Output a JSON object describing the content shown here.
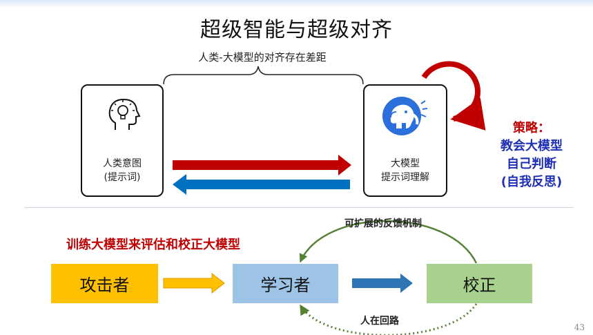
{
  "slide": {
    "title": "超级智能与超级对齐",
    "gap_label": "人类-大模型的对齐存在差距",
    "human_box": {
      "line1": "人类意图",
      "line2": "(提示词)",
      "icon": "head-lightbulb-icon"
    },
    "model_box": {
      "line1": "大模型",
      "line2": "提示词理解",
      "icon": "elephant-logo-icon"
    },
    "strategy": {
      "heading": "策略：",
      "line1": "教会大模型",
      "line2": "自己判断",
      "line3": "(自我反思)"
    },
    "bottom": {
      "train_label": "训练大模型来评估和校正大模型",
      "feedback_label": "可扩展的反馈机制",
      "loop_label": "人在回路",
      "attacker": "攻击者",
      "learner": "学习者",
      "calibrate": "校正"
    },
    "page_number": "43"
  },
  "colors": {
    "red_arrow": "#c00000",
    "blue_arrow": "#0070c0",
    "strategy_red": "#c00000",
    "strategy_blue": "#1f2fb5",
    "attacker_fill": "#ffc000",
    "learner_fill": "#9dc3e6",
    "calibrate_fill": "#a9d18e",
    "feedback_green": "#548235"
  }
}
